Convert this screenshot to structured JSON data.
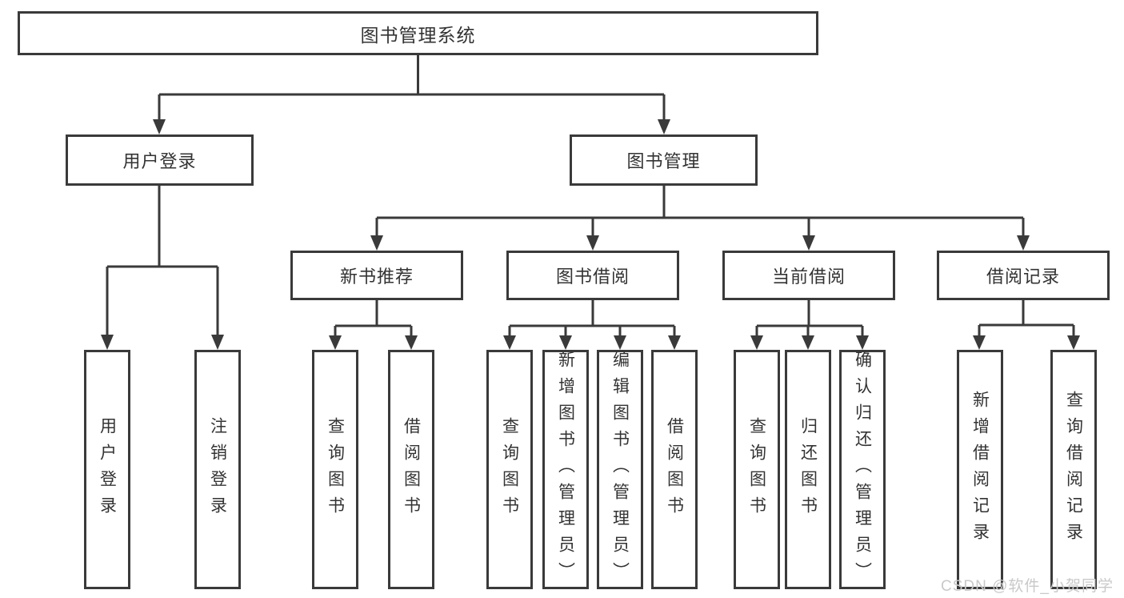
{
  "title": "图书管理系统",
  "watermark": "CSDN @软件_小贺同学",
  "colors": {
    "line": "#3a3a3a",
    "text": "#333333",
    "box_background": "#ffffff",
    "watermark": "#c9c9c9",
    "background": "#ffffff"
  },
  "nodes": {
    "root": "图书管理系统",
    "user_login": "用户登录",
    "book_mgmt": "图书管理",
    "login": "用户登录",
    "logout": "注销登录",
    "new_book_rec": "新书推荐",
    "nb_query": "查询图书",
    "nb_borrow": "借阅图书",
    "book_borrow": "图书借阅",
    "bb_query": "查询图书",
    "bb_add": "新增图书（管理员）",
    "bb_edit": "编辑图书（管理员）",
    "bb_borrow": "借阅图书",
    "current_borrow": "当前借阅",
    "cb_query": "查询图书",
    "cb_return": "归还图书",
    "cb_confirm": "确认归还（管理员）",
    "borrow_records": "借阅记录",
    "br_add": "新增借阅记录",
    "br_query": "查询借阅记录"
  },
  "hierarchy": {
    "root": [
      "user_login",
      "book_mgmt"
    ],
    "user_login": [
      "login",
      "logout"
    ],
    "book_mgmt": [
      "new_book_rec",
      "book_borrow",
      "current_borrow",
      "borrow_records"
    ],
    "new_book_rec": [
      "nb_query",
      "nb_borrow"
    ],
    "book_borrow": [
      "bb_query",
      "bb_add",
      "bb_edit",
      "bb_borrow"
    ],
    "current_borrow": [
      "cb_query",
      "cb_return",
      "cb_confirm"
    ],
    "borrow_records": [
      "br_add",
      "br_query"
    ]
  }
}
